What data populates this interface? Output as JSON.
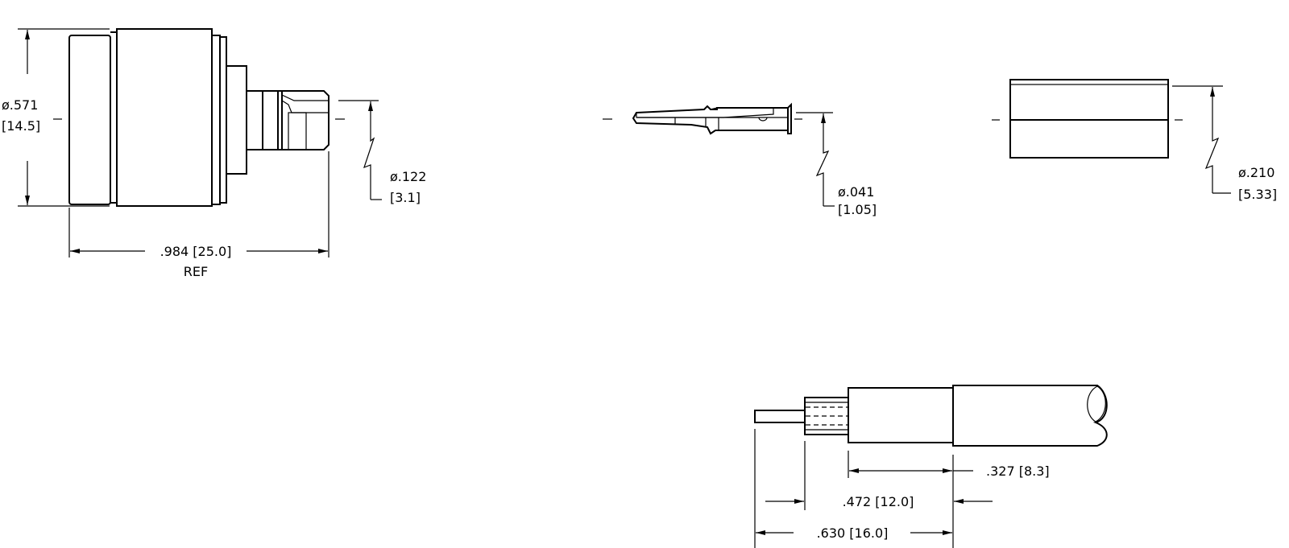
{
  "connector": {
    "diameter_in": "ø.571",
    "diameter_mm": "[14.5]",
    "length": ".984 [25.0]",
    "length_note": "REF",
    "tip_diameter_in": "ø.122",
    "tip_diameter_mm": "[3.1]"
  },
  "contact_pin": {
    "diameter_in": "ø.041",
    "diameter_mm": "[1.05]"
  },
  "ferrule": {
    "diameter_in": "ø.210",
    "diameter_mm": "[5.33]"
  },
  "cable_strip": {
    "braid_length": ".327 [8.3]",
    "dielectric_length": ".472 [12.0]",
    "conductor_length": ".630 [16.0]"
  },
  "colors": {
    "line": "#000000",
    "background": "#ffffff"
  }
}
